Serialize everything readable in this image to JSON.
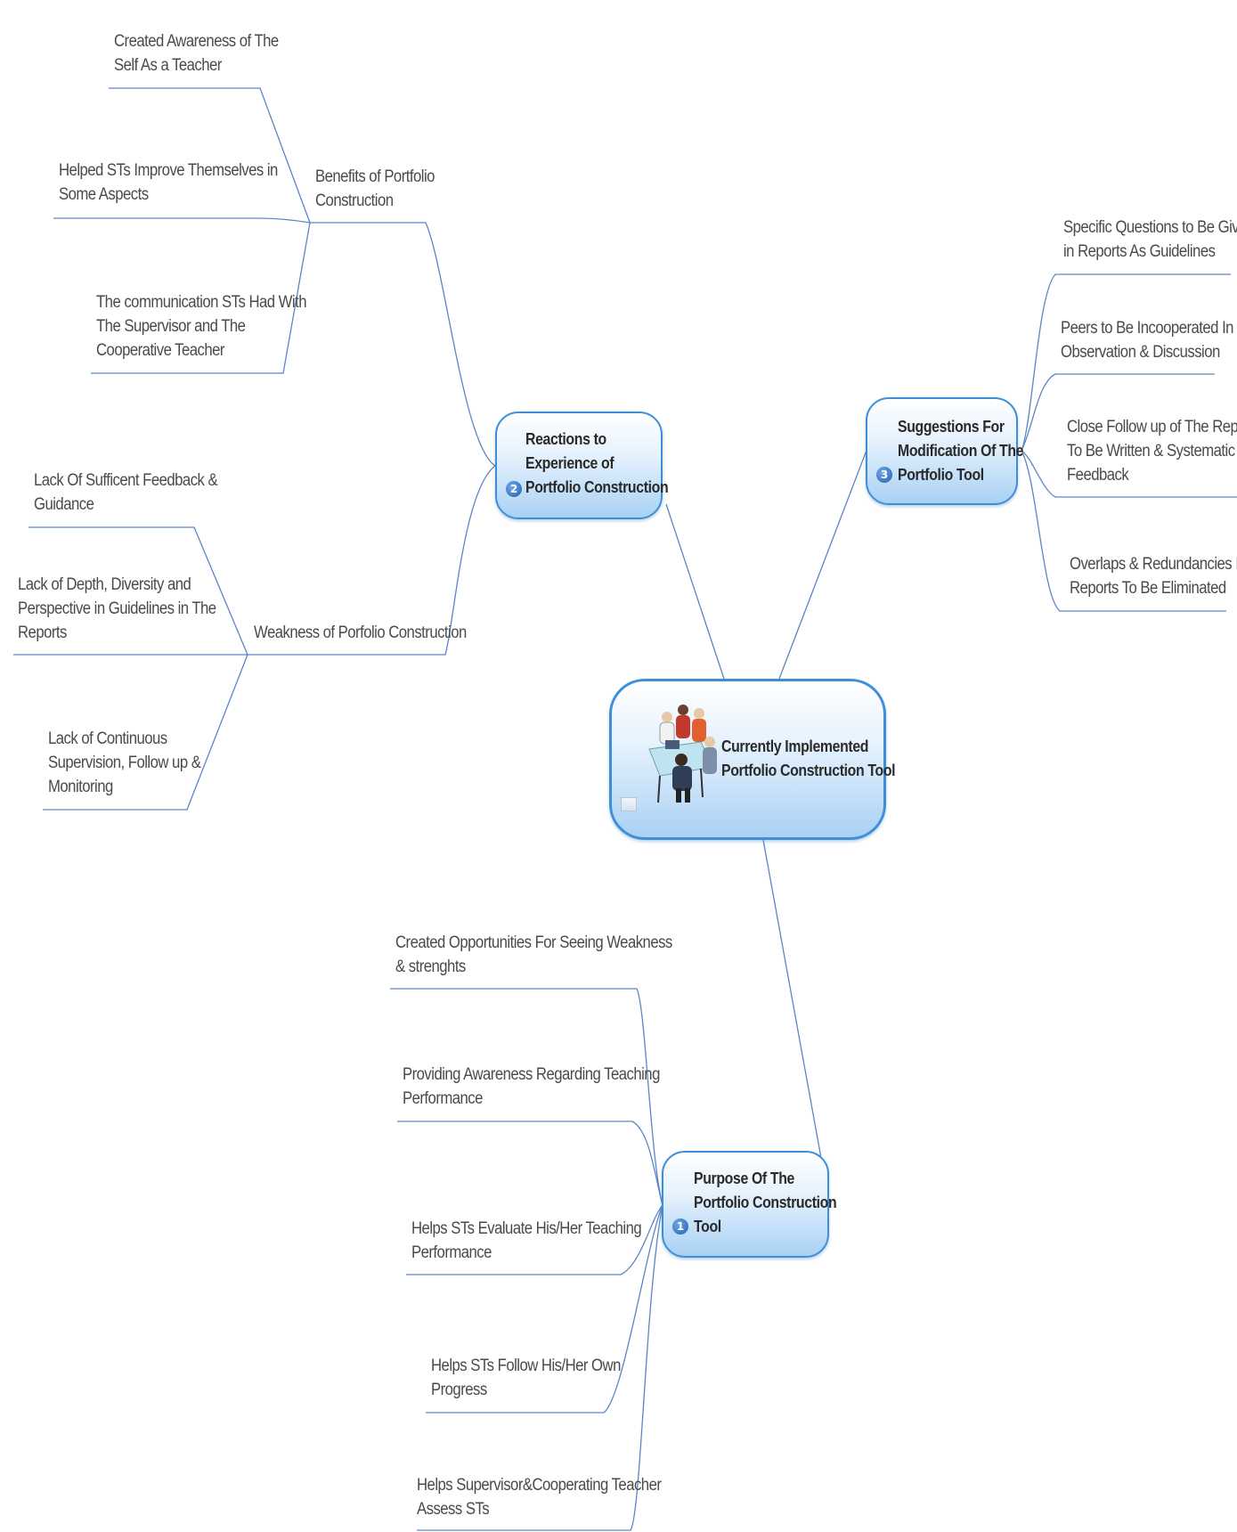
{
  "central": {
    "line1": "Currently Implemented",
    "line2": "Portfolio Construction Tool",
    "image_icon": "meeting-people-icon"
  },
  "topics": {
    "purpose": {
      "number": "1",
      "line1": "Purpose Of The",
      "line2": "Portfolio Construction",
      "line3": "Tool"
    },
    "reactions": {
      "number": "2",
      "line1": "Reactions to",
      "line2": "Experience of",
      "line3": "Portfolio Construction"
    },
    "suggestions": {
      "number": "3",
      "line1": "Suggestions For",
      "line2": "Modification Of The",
      "line3": "Portfolio Tool"
    }
  },
  "subtopics": {
    "benefits": {
      "line1": "Benefits of Portfolio",
      "line2": "Construction"
    },
    "weakness": {
      "line1": "Weakness of Porfolio Construction"
    }
  },
  "leaves": {
    "benefit_awareness": {
      "line1": "Created Awareness of The",
      "line2": "Self As a Teacher"
    },
    "benefit_improve": {
      "line1": "Helped STs Improve Themselves  in",
      "line2": "Some Aspects"
    },
    "benefit_communication": {
      "line1": "The communication STs Had With",
      "line2": "The Supervisor and The",
      "line3": "Cooperative Teacher"
    },
    "weak_feedback": {
      "line1": "Lack Of Sufficent Feedback &",
      "line2": "Guidance"
    },
    "weak_depth": {
      "line1": "Lack of Depth, Diversity and",
      "line2": "Perspective in Guidelines in The",
      "line3": "Reports"
    },
    "weak_supervision": {
      "line1": "Lack of Continuous",
      "line2": "Supervision, Follow up &",
      "line3": "Monitoring"
    },
    "sugg_questions": {
      "line1": "Specific Questions to Be Given",
      "line2": "in Reports As Guidelines"
    },
    "sugg_peers": {
      "line1": "Peers to Be Incooperated In",
      "line2": "Observation & Discussion"
    },
    "sugg_followup": {
      "line1": "Close Follow up of The Reports",
      "line2": "To Be Written & Systematic",
      "line3": "Feedback"
    },
    "sugg_overlaps": {
      "line1": "Overlaps & Redundancies In",
      "line2": "Reports To Be Eliminated"
    },
    "purp_opportunities": {
      "line1": "Created Opportunities For Seeing Weakness",
      "line2": "& strenghts"
    },
    "purp_awareness": {
      "line1": "Providing Awareness Regarding Teaching",
      "line2": "Performance"
    },
    "purp_evaluate": {
      "line1": "Helps STs Evaluate His/Her Teaching",
      "line2": "Performance"
    },
    "purp_progress": {
      "line1": "Helps STs Follow His/Her Own",
      "line2": "Progress"
    },
    "purp_assess": {
      "line1": "Helps Supervisor&Cooperating Teacher",
      "line2": "Assess STs"
    }
  },
  "colors": {
    "connector": "#5a86c6",
    "bubble_border": "#3f8fd8",
    "leaf_text": "#4a4a4a"
  }
}
